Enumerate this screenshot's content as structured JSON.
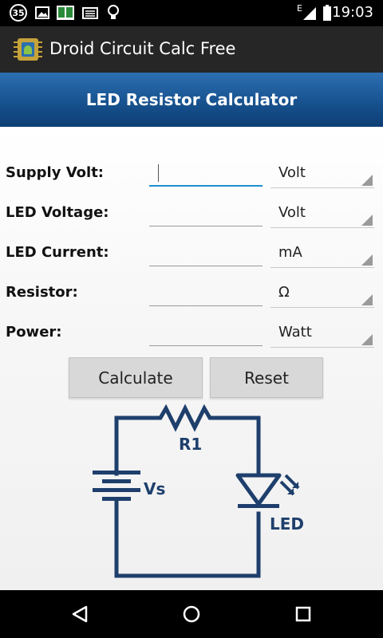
{
  "status_bar": {
    "notification_badge": "35",
    "time": "19:03",
    "network_label": "E"
  },
  "action_bar": {
    "title": "Droid Circuit Calc Free"
  },
  "header": {
    "title": "LED Resistor Calculator"
  },
  "form": {
    "rows": [
      {
        "label": "Supply Volt:",
        "value": "",
        "unit": "Volt"
      },
      {
        "label": "LED Voltage:",
        "value": "",
        "unit": "Volt"
      },
      {
        "label": "LED Current:",
        "value": "",
        "unit": "mA"
      },
      {
        "label": "Resistor:",
        "value": "",
        "unit": "Ω"
      },
      {
        "label": "Power:",
        "value": "",
        "unit": "Watt"
      }
    ]
  },
  "buttons": {
    "calculate": "Calculate",
    "reset": "Reset"
  },
  "diagram": {
    "resistor_label": "R1",
    "source_label": "Vs",
    "led_label": "LED",
    "line_color": "#1e3f6c"
  },
  "colors": {
    "accent": "#1f8fd0",
    "header_blue": "#17528f"
  }
}
